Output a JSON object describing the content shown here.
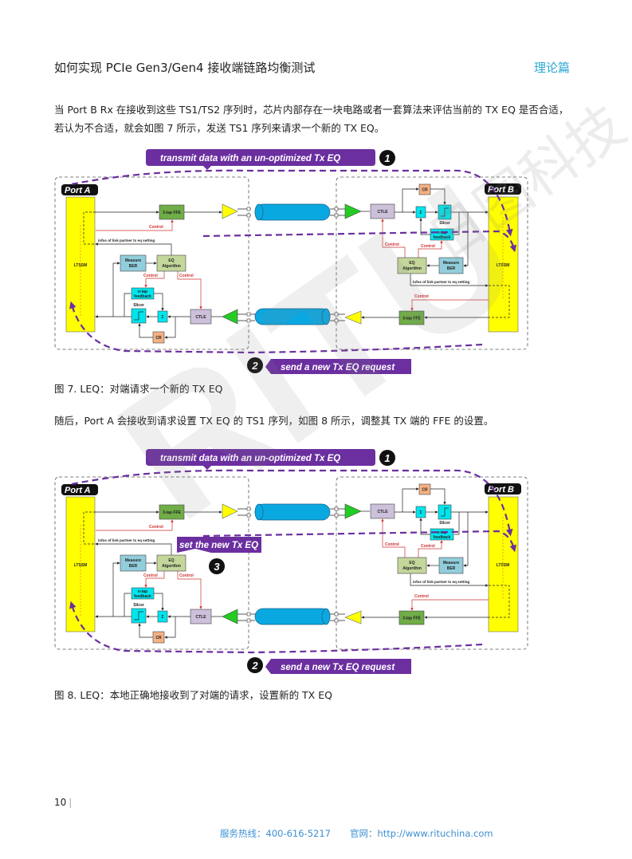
{
  "header": {
    "title": "如何实现 PCIe Gen3/Gen4 接收端链路均衡测试",
    "section": "理论篇"
  },
  "para1": {
    "line1": "当 Port B Rx 在接收到这些 TS1/TS2 序列时，芯片内部存在一块电路或者一套算法来评估当前的 TX EQ 是否合适，",
    "line2": "若认为不合适，就会如图 7 所示，发送 TS1 序列来请求一个新的 TX EQ。"
  },
  "figure7": {
    "caption": "图 7. LEQ：对端请求一个新的 TX EQ"
  },
  "para2": "随后，Port A 会接收到请求设置 TX EQ 的 TS1 序列，如图 8 所示，调整其 TX 端的 FFE 的设置。",
  "figure8": {
    "caption": "图 8. LEQ：本地正确地接收到了对端的请求，设置新的 TX EQ"
  },
  "diagram": {
    "callout_top": "transmit data with an un-optimized Tx EQ",
    "badge_1": "1",
    "callout_bottom": "send a new Tx EQ request",
    "badge_2": "2",
    "callout_set": "set the new Tx EQ",
    "badge_3": "3",
    "port_a": "Port A",
    "port_b": "Port B",
    "ltssm": "LTSSM",
    "ffe": "3-tap FFE",
    "ctle": "CTLE",
    "sigma": "Σ",
    "slicer": "Slicer",
    "cr": "CR",
    "ntap1": "n-tap",
    "ntap2": "feedback",
    "measure1": "Measure",
    "measure2": "BER",
    "eq1": "EQ",
    "eq2": "Algorithm",
    "control": "Control",
    "infos": "infos of link partner tx eq setting"
  },
  "watermark": {
    "logo": "RITU",
    "name": "日图科技"
  },
  "page_number": "10",
  "footer": {
    "hotline": "服务热线：400-616-5217",
    "website": "官网：http://www.rituchina.com"
  },
  "colors": {
    "accent": "#29a6d6",
    "callout": "#6b2fa0",
    "ltssm": "#ffff00",
    "cable": "#0aa8e0",
    "control": "#d03030"
  }
}
